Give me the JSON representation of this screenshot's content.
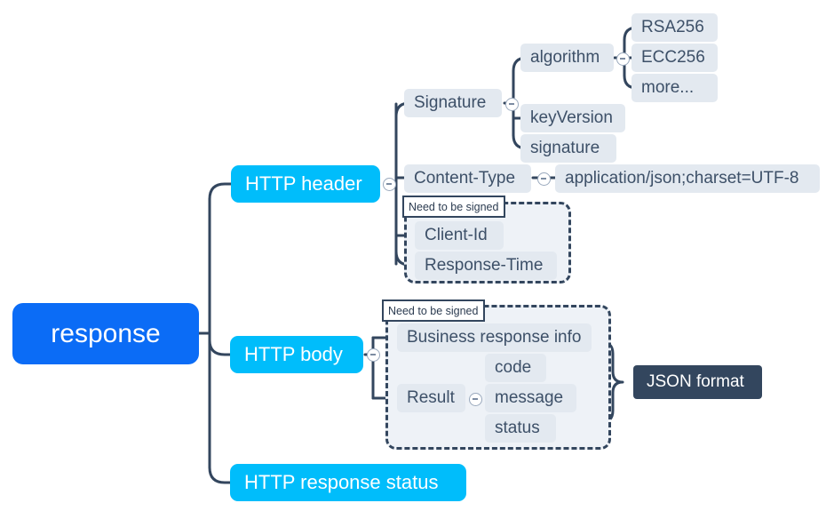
{
  "diagram": {
    "type": "mindmap",
    "title": "response",
    "colors": {
      "root": "#0b6cf6",
      "branch": "#00bdfb",
      "leaf_bg": "#e3e9f0",
      "leaf_text": "#3d5068",
      "edge": "#33465e",
      "callout_bg": "#33465e",
      "group_border": "#33465e",
      "group_bg": "#eef2f7",
      "page_bg": "#ffffff"
    }
  },
  "root": {
    "label": "response"
  },
  "branches": [
    {
      "id": "http-header",
      "label": "HTTP header"
    },
    {
      "id": "http-body",
      "label": "HTTP body"
    },
    {
      "id": "http-response-status",
      "label": "HTTP response status"
    }
  ],
  "header_children": [
    {
      "id": "signature",
      "label": "Signature"
    },
    {
      "id": "content-type",
      "label": "Content-Type"
    },
    {
      "id": "client-id",
      "label": "Client-Id"
    },
    {
      "id": "response-time",
      "label": "Response-Time"
    }
  ],
  "signature_children": [
    {
      "id": "algorithm",
      "label": "algorithm"
    },
    {
      "id": "key-version",
      "label": "keyVersion"
    },
    {
      "id": "signature-field",
      "label": "signature"
    }
  ],
  "algorithm_children": [
    {
      "id": "rsa256",
      "label": "RSA256"
    },
    {
      "id": "ecc256",
      "label": "ECC256"
    },
    {
      "id": "more",
      "label": "more..."
    }
  ],
  "content_type_value": {
    "id": "content-type-value",
    "label": "application/json;charset=UTF-8"
  },
  "body_children": [
    {
      "id": "business-response-info",
      "label": "Business response info"
    },
    {
      "id": "result",
      "label": "Result"
    }
  ],
  "result_children": [
    {
      "id": "code",
      "label": "code"
    },
    {
      "id": "message",
      "label": "message"
    },
    {
      "id": "status",
      "label": "status"
    }
  ],
  "annotations": {
    "need_signed_header": "Need to be signed",
    "need_signed_body": "Need to be signed",
    "json_format": "JSON format"
  }
}
